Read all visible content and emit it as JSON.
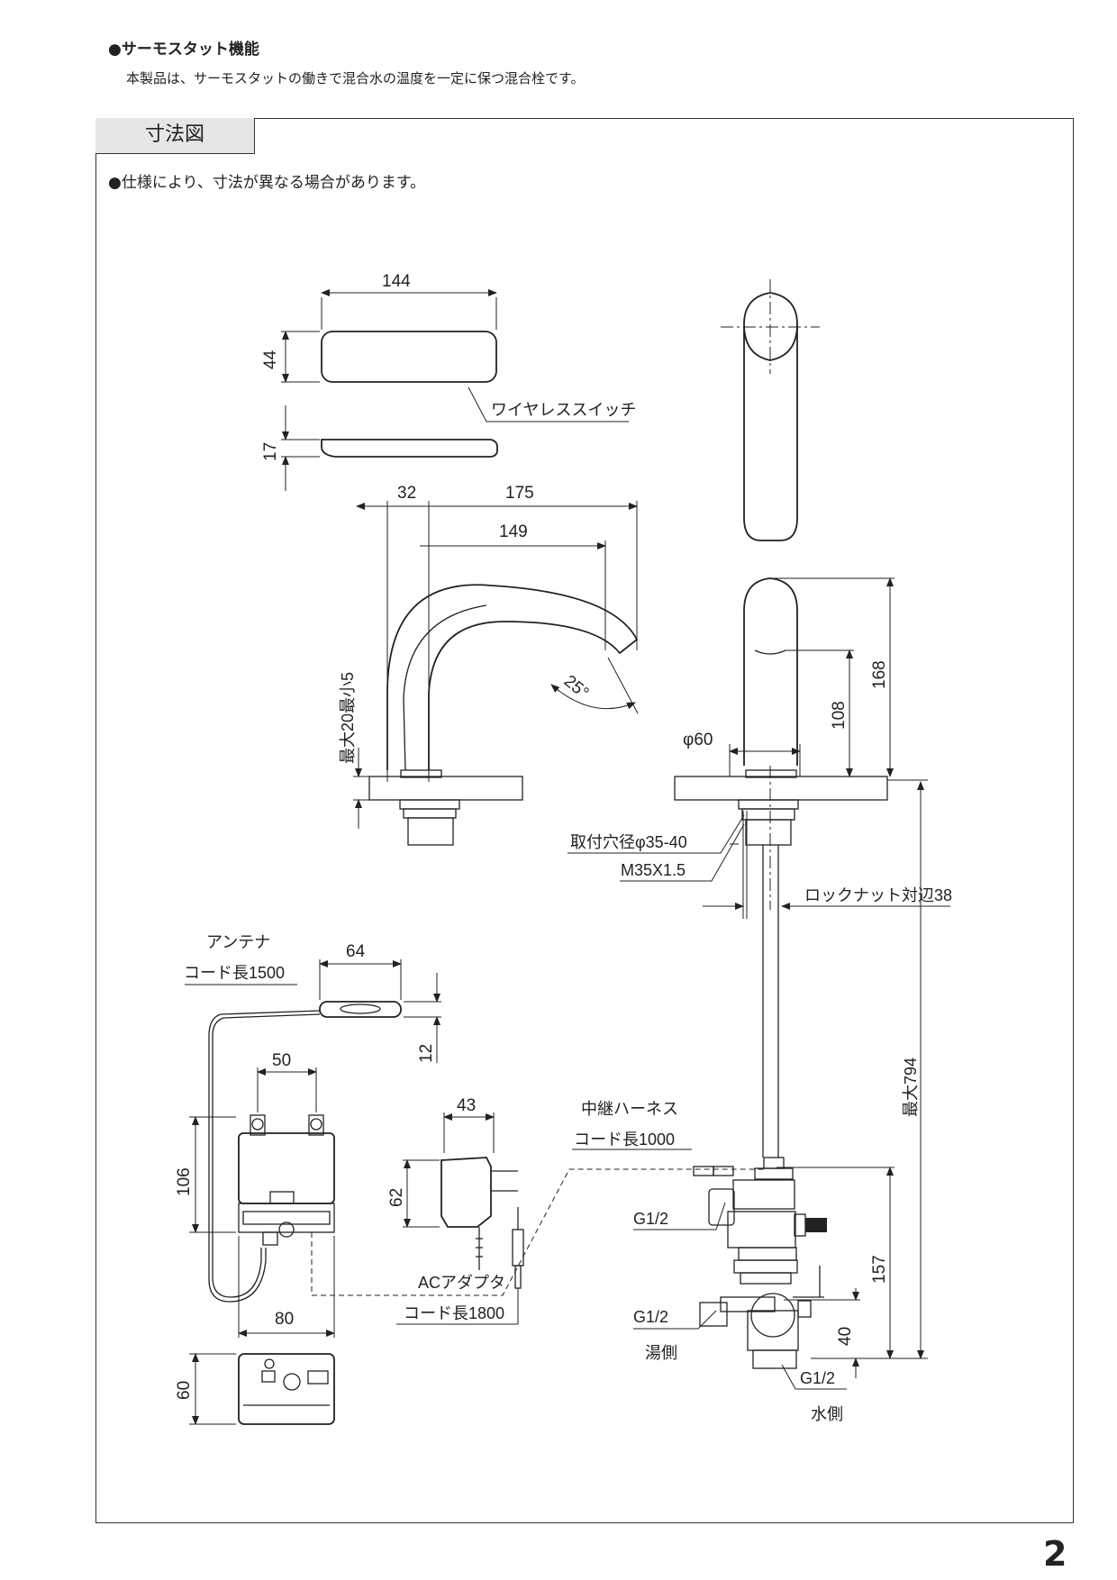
{
  "feature": {
    "title": "●サーモスタット機能",
    "description": "本製品は、サーモスタットの働きで混合水の温度を一定に保つ混合栓です。"
  },
  "section": {
    "tab_label": "寸法図",
    "note": "●仕様により、寸法が異なる場合があります。"
  },
  "page_number": "2",
  "drawing": {
    "switch": {
      "width": "144",
      "height": "44",
      "thickness": "17",
      "label": "ワイヤレススイッチ"
    },
    "faucet_side": {
      "dim_32": "32",
      "dim_175": "175",
      "dim_149": "149",
      "angle": "25°",
      "deck_range": "最大20最小5"
    },
    "faucet_front": {
      "height_168": "168",
      "height_108": "108",
      "diameter": "φ60",
      "hole_label": "取付穴径φ35-40",
      "thread_label": "M35X1.5",
      "locknut_label": "ロックナット対辺38",
      "max_length": "最大794",
      "valve_height": "157",
      "outlet_height": "40"
    },
    "fittings": {
      "hot_thread": "G1/2",
      "hot_side": "湯側",
      "cold_thread": "G1/2",
      "cold_side": "水側",
      "upper_thread": "G1/2"
    },
    "antenna": {
      "label": "アンテナ",
      "cord": "コード長1500",
      "width": "64",
      "height": "12"
    },
    "control_box": {
      "hole_pitch": "50",
      "height": "106",
      "width": "80",
      "depth": "60"
    },
    "adapter": {
      "label": "ACアダプタ",
      "cord": "コード長1800",
      "width": "43",
      "height": "62"
    },
    "harness": {
      "label": "中継ハーネス",
      "cord": "コード長1000"
    }
  }
}
